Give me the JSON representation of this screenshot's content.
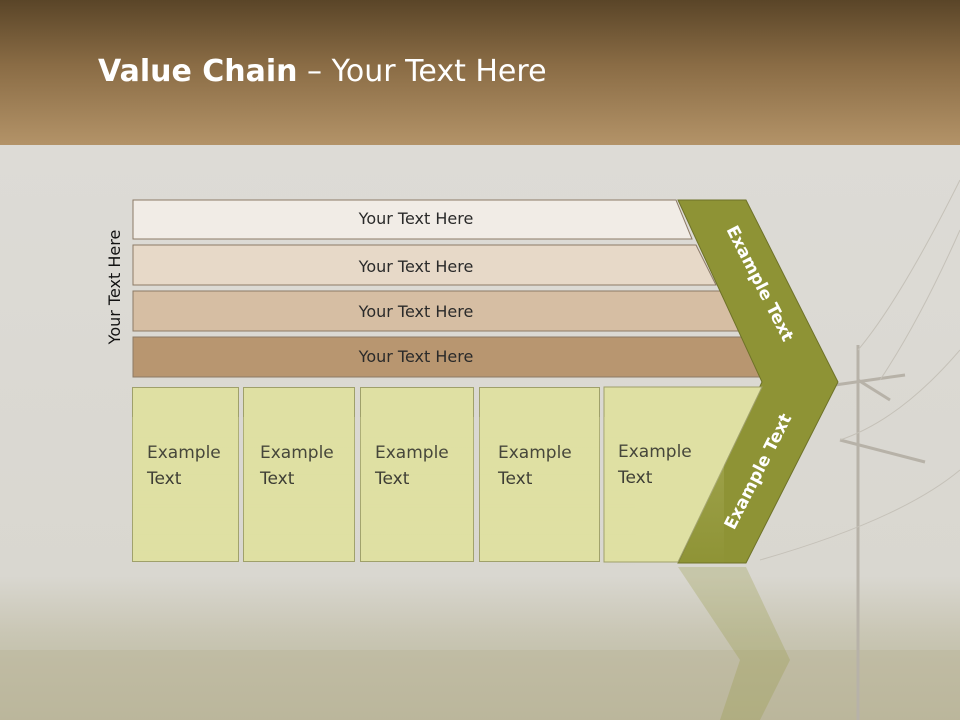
{
  "header": {
    "title_bold": "Value Chain",
    "title_rest": " – Your Text Here"
  },
  "side_label": "Your Text Here",
  "bars": [
    {
      "label": "Your Text Here",
      "color": "#f1ece6"
    },
    {
      "label": "Your Text Here",
      "color": "#e7d9c8"
    },
    {
      "label": "Your Text Here",
      "color": "#d6bea3"
    },
    {
      "label": "Your Text Here",
      "color": "#b89670"
    }
  ],
  "chevron": {
    "upper_label": "Example Text",
    "lower_label": "Example Text",
    "color": "#8e9335"
  },
  "boxes": [
    {
      "line1": "Example",
      "line2": "Text"
    },
    {
      "line1": "Example",
      "line2": "Text"
    },
    {
      "line1": "Example",
      "line2": "Text"
    },
    {
      "line1": "Example",
      "line2": "Text"
    },
    {
      "line1": "Example",
      "line2": "Text"
    }
  ],
  "colors": {
    "header": "#8a6c45",
    "box_fill": "#dfe0a3"
  }
}
